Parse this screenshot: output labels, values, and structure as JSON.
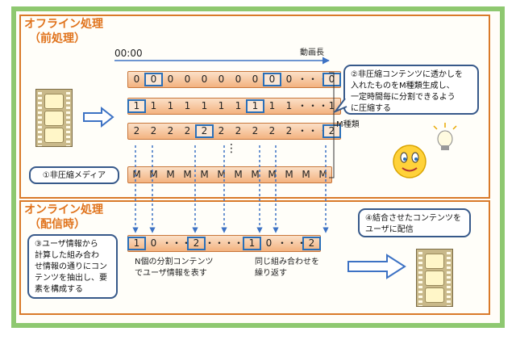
{
  "offline": {
    "title_1": "オフライン処理",
    "title_2": "（前処理）"
  },
  "online": {
    "title_1": "オンライン処理",
    "title_2": "（配信時）"
  },
  "timeline": {
    "start": "00:00",
    "end": "動画長"
  },
  "matrix": {
    "rows": [
      {
        "symbol": "0",
        "highlight": [
          1,
          8,
          11
        ]
      },
      {
        "symbol": "1",
        "highlight": [
          0,
          7
        ]
      },
      {
        "symbol": "2",
        "highlight": [
          4,
          11
        ]
      },
      {
        "symbol": "M",
        "highlight": []
      }
    ],
    "ellipsis": "・・・",
    "vdots": "⋮",
    "m_label": "M種類"
  },
  "output_row": {
    "cells": [
      "1",
      "0",
      "・・・",
      "2",
      "・・・・",
      "1",
      "0",
      "・・・",
      "2"
    ],
    "highlight": [
      0,
      3,
      5,
      8
    ]
  },
  "captions": {
    "n_split": [
      "N個の分割コンテンツ",
      "でユーザ情報を表す"
    ],
    "repeat": [
      "同じ組み合わせを",
      "繰り返す"
    ]
  },
  "callouts": {
    "media": "①非圧縮メディア",
    "watermark": [
      "②非圧縮コンテンツに透かしを",
      "入れたものをM種類生成し、",
      "一定時間毎に分割できるよう",
      "に圧縮する"
    ],
    "user": [
      "③ユーザ情報から",
      "計算した組み合わ",
      "せ情報の通りにコン",
      "テンツを抽出し、要",
      "素を構成する"
    ],
    "deliver": [
      "④結合させたコンテンツを",
      "ユーザに配信"
    ]
  },
  "colors": {
    "accent_orange": "#e0731c",
    "box_blue": "#2a6fb8",
    "bar_green": "#8ec870",
    "arrow_blue": "#3d72c4"
  }
}
